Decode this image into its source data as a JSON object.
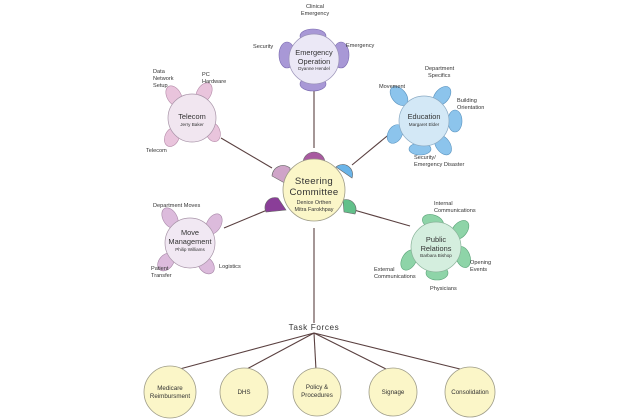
{
  "center": {
    "title_line1": "Steering",
    "title_line2": "Committee",
    "names_line1": "Denice Orthen",
    "names_line2": "Mitra Farokhpay"
  },
  "emergency": {
    "title_line1": "Emergency",
    "title_line2": "Operation",
    "person": "Dyanne Hendel",
    "top_label_line1": "Clinical",
    "top_label_line2": "Emergency",
    "left_label": "Security",
    "right_label": "Emergency"
  },
  "telecom": {
    "title": "Telecom",
    "person": "Jerry Baker",
    "label_dns_line1": "Data",
    "label_dns_line2": "Network",
    "label_dns_line3": "Setup",
    "label_pc_line1": "PC",
    "label_pc_line2": "Hardware",
    "label_telecom": "Telecom"
  },
  "education": {
    "title": "Education",
    "person": "Margaret Elder",
    "label_movement": "Movement",
    "label_dept_line1": "Department",
    "label_dept_line2": "Specifics",
    "label_building_line1": "Building",
    "label_building_line2": "Orientation",
    "label_security_line1": "Security/",
    "label_security_line2": "Emergency Disaster"
  },
  "move": {
    "title_line1": "Move",
    "title_line2": "Management",
    "person": "Philip Williams",
    "label_dept_moves": "Department Moves",
    "label_logistics": "Logistics",
    "label_patient_line1": "Patient",
    "label_patient_line2": "Transfer"
  },
  "public": {
    "title_line1": "Public",
    "title_line2": "Relations",
    "person": "Barbara Bishop",
    "label_internal_line1": "Internal",
    "label_internal_line2": "Communications",
    "label_opening_line1": "Opening",
    "label_opening_line2": "Events",
    "label_external_line1": "External",
    "label_external_line2": "Communications",
    "label_physicians": "Physicians"
  },
  "task_forces": {
    "title": "Task Forces",
    "medicare_line1": "Medicare",
    "medicare_line2": "Reimbursment",
    "dhs": "DHS",
    "policy_line1": "Policy &",
    "policy_line2": "Procedures",
    "signage": "Signage",
    "consolidation": "Consolidation"
  },
  "colors": {
    "line": "#5a4040",
    "center_fill": "#fbf6c8",
    "center_stroke": "#9e9c88",
    "emergency_fill": "#ebe8f6",
    "emergency_petal": "#a898d6",
    "telecom_fill": "#f1e6f0",
    "telecom_petal": "#e9c4dc",
    "education_fill": "#d3e8f6",
    "education_petal": "#8cc4ec",
    "move_fill": "#f1e8f3",
    "move_petal": "#dcbbdc",
    "public_fill": "#d4eede",
    "public_petal": "#8ed4a8",
    "taskforce_fill": "#fbf6c8",
    "petal_magenta": "#a85aa0",
    "petal_blue": "#6ab4e8",
    "petal_green": "#62c08a",
    "petal_pink": "#cfa4c8",
    "petal_purple": "#8a3e98"
  }
}
